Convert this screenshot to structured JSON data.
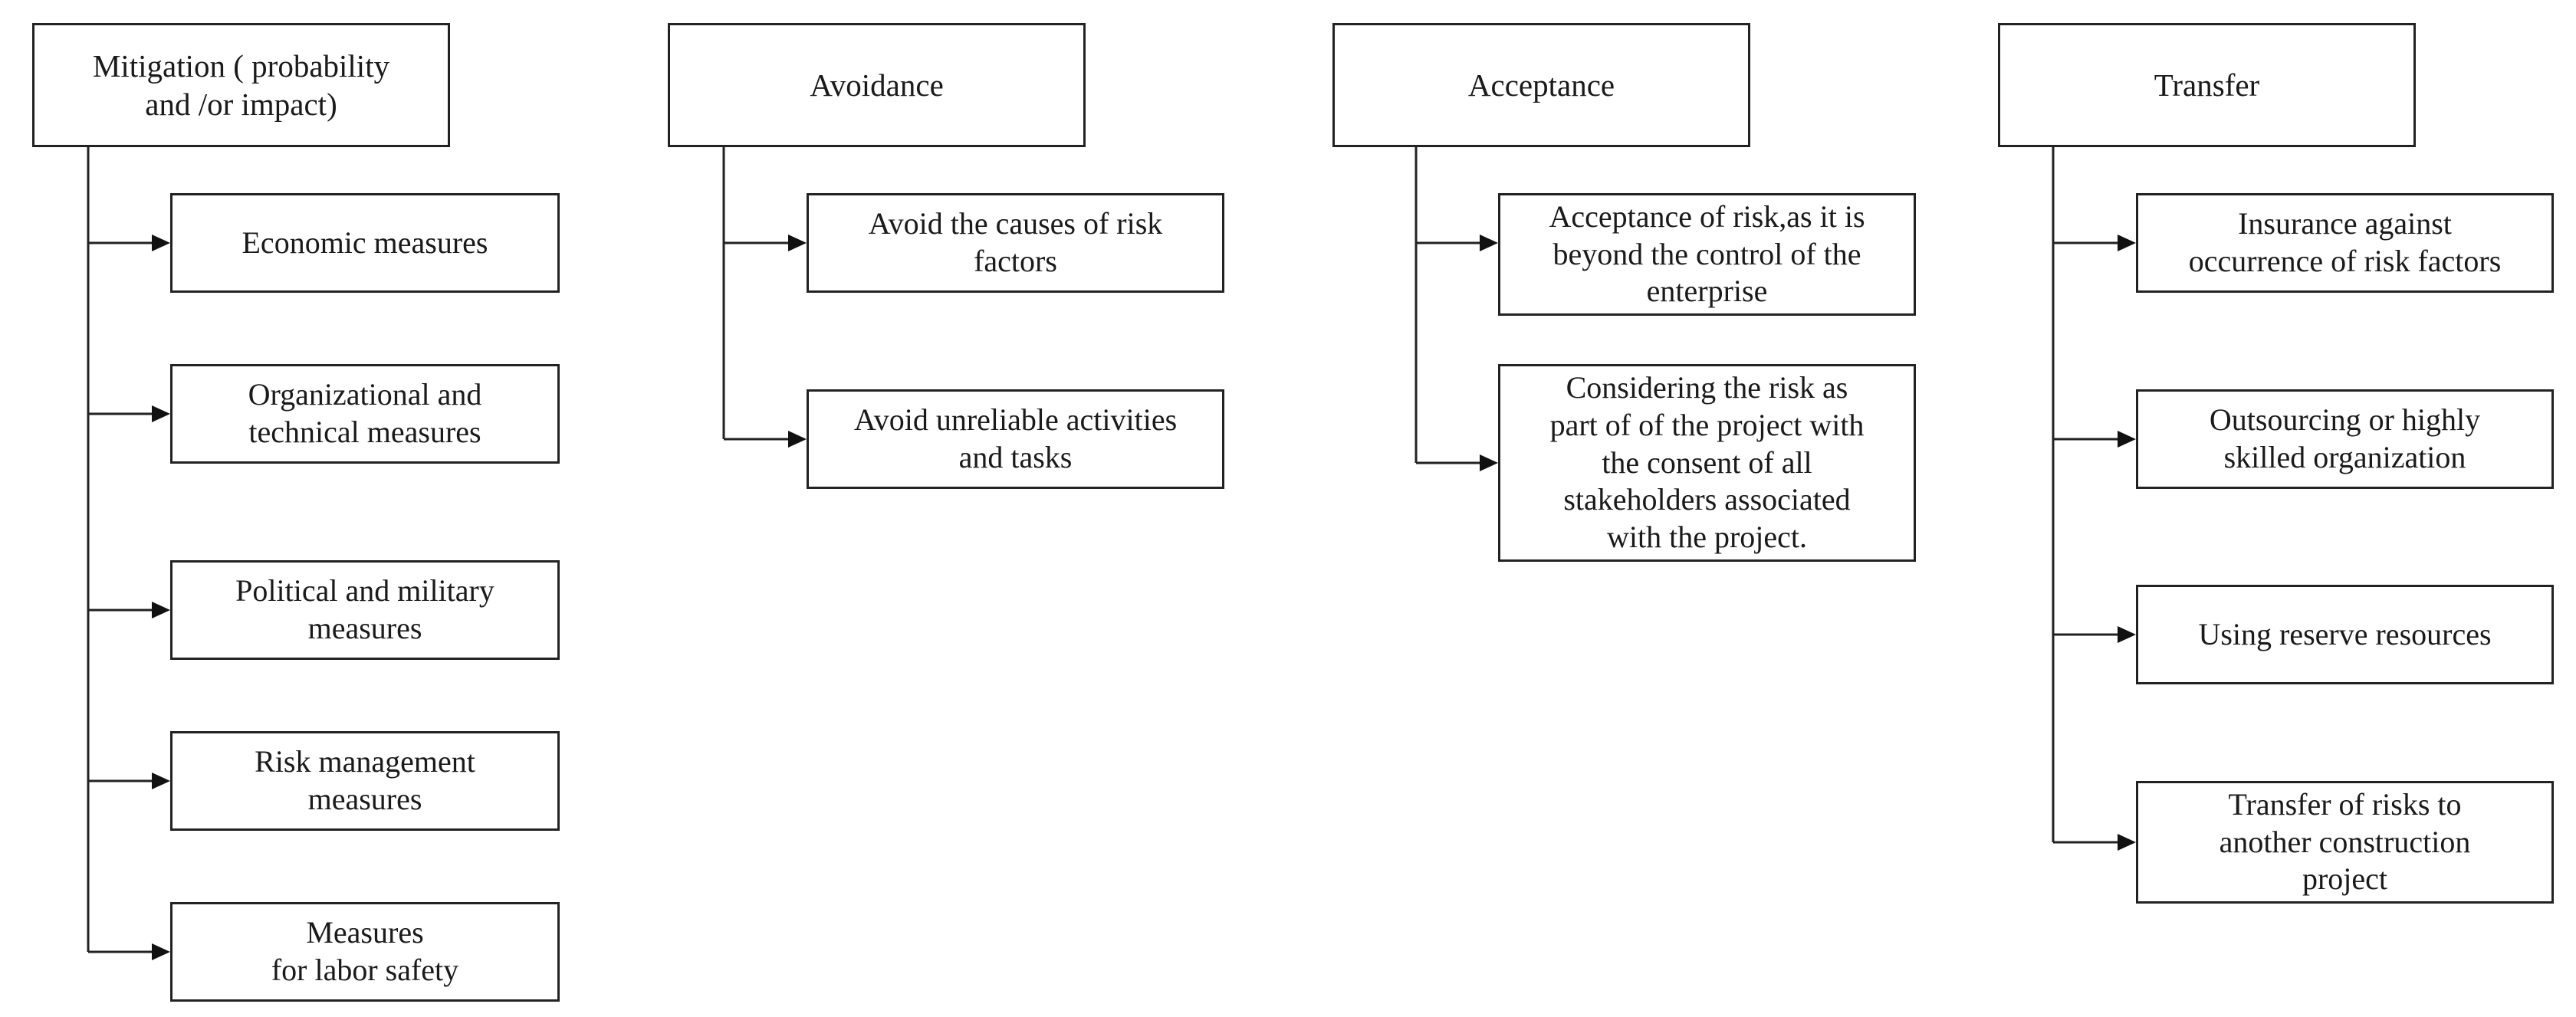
{
  "columns": [
    {
      "head": "Mitigation ( probability\nand /or impact)",
      "children": [
        "Economic measures",
        "Organizational and\ntechnical measures",
        "Political and military\nmeasures",
        "Risk management\nmeasures",
        "Measures\nfor labor safety"
      ]
    },
    {
      "head": "Avoidance",
      "children": [
        "Avoid the causes of risk\nfactors",
        "Avoid unreliable activities\nand tasks"
      ]
    },
    {
      "head": "Acceptance",
      "children": [
        "Acceptance of risk,as it is\nbeyond the control of the\nenterprise",
        "Considering the risk as\npart of of the project with\nthe consent of all\nstakeholders associated\nwith the project."
      ]
    },
    {
      "head": "Transfer",
      "children": [
        "Insurance against\noccurrence of risk factors",
        "Outsourcing or highly\nskilled organization",
        "Using reserve resources",
        "Transfer of risks to\nanother construction\nproject"
      ]
    }
  ]
}
